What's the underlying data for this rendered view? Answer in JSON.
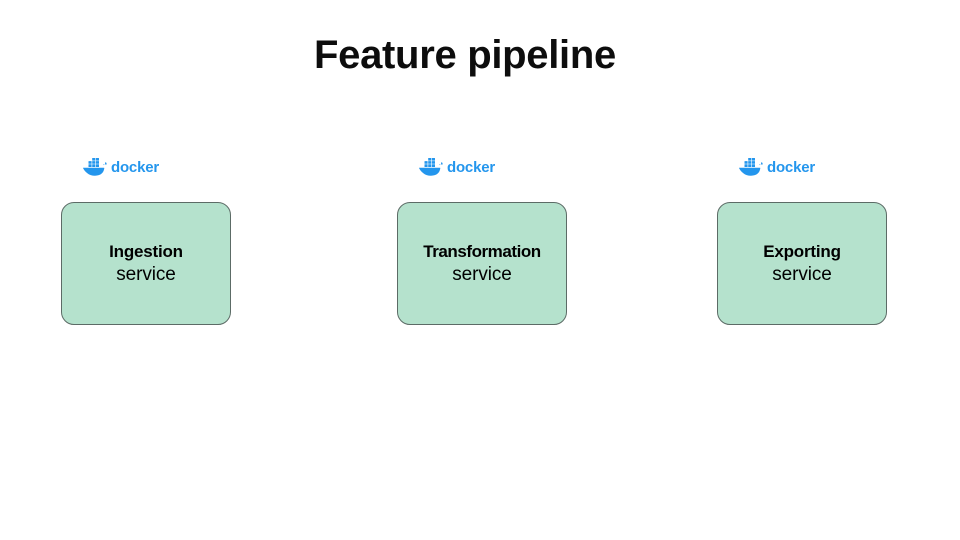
{
  "slide": {
    "title": "Feature pipeline",
    "background_color": "#ffffff",
    "title_color": "#0d0d0d"
  },
  "theme": {
    "box_fill": "#b5e2cd",
    "box_border": "#5c6b66",
    "docker_blue": "#2496ed",
    "text_color": "#000000"
  },
  "pipeline": {
    "stages": [
      {
        "logo_label": "docker",
        "logo_icon": "docker-whale-icon",
        "name": "Ingestion",
        "subtitle": "service"
      },
      {
        "logo_label": "docker",
        "logo_icon": "docker-whale-icon",
        "name": "Transformation",
        "subtitle": "service"
      },
      {
        "logo_label": "docker",
        "logo_icon": "docker-whale-icon",
        "name": "Exporting",
        "subtitle": "service"
      }
    ]
  }
}
